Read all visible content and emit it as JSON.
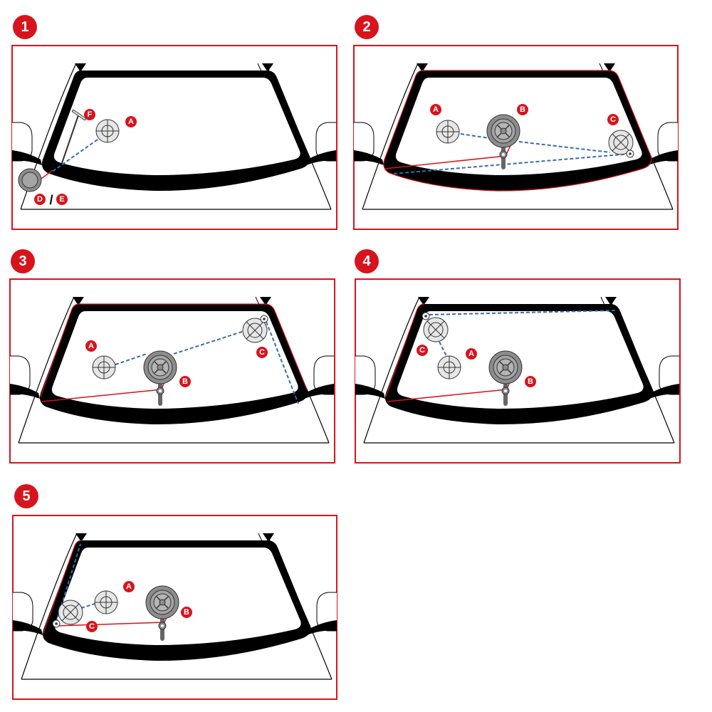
{
  "colors": {
    "accent": "#d7141d",
    "dashed_line": "#3a6bb0",
    "glass_black": "#000000",
    "cup_light": "#e6e6e6",
    "cup_dark": "#8c8c8c"
  },
  "steps": [
    {
      "number": "1",
      "labels": {
        "A": "A",
        "F": "F",
        "D": "D",
        "E": "E",
        "sep": "/"
      }
    },
    {
      "number": "2",
      "labels": {
        "A": "A",
        "B": "B",
        "C": "C"
      }
    },
    {
      "number": "3",
      "labels": {
        "A": "A",
        "B": "B",
        "C": "C"
      }
    },
    {
      "number": "4",
      "labels": {
        "A": "A",
        "B": "B",
        "C": "C"
      }
    },
    {
      "number": "5",
      "labels": {
        "A": "A",
        "B": "B",
        "C": "C"
      }
    }
  ]
}
